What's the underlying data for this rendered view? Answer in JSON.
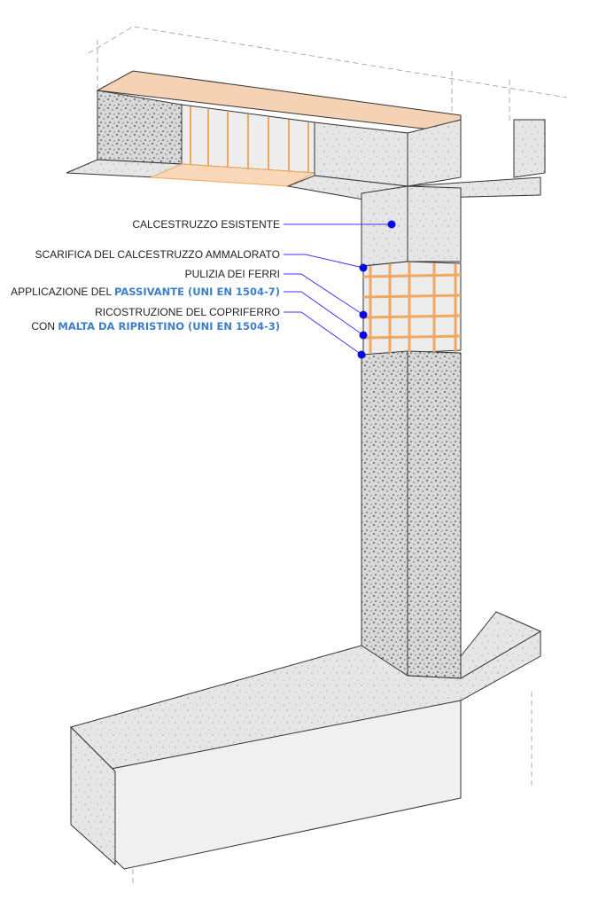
{
  "labels": {
    "existing_concrete": "CALCESTRUZZO ESISTENTE",
    "scarification": "SCARIFICA DEL CALCESTRUZZO AMMALORATO",
    "rebar_cleaning": "PULIZIA DEI FERRI",
    "passivation_prefix": "APPLICAZIONE DEL ",
    "passivation_highlight": "PASSIVANTE (UNI EN 1504-7)",
    "cover_line1": "RICOSTRUZIONE DEL COPRIFERRO",
    "cover_prefix": "CON ",
    "cover_highlight": "MALTA DA RIPRISTINO (UNI EN 1504-3)"
  },
  "colors": {
    "leader": "#3a3af0",
    "dot": "#0a0ae0",
    "highlight": "#3f7fc7",
    "rebar": "#f0a860",
    "concrete": "#e4e4e4"
  }
}
